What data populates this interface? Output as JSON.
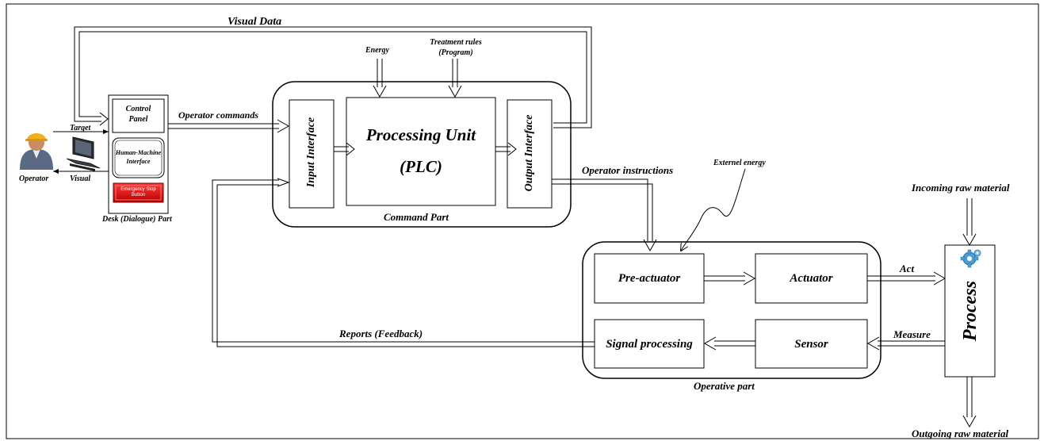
{
  "labels": {
    "visual_data": "Visual Data",
    "energy": "Energy",
    "treatment_rules_1": "Treatment rules",
    "treatment_rules_2": "(Program)",
    "operator_commands": "Operator commands",
    "target": "Target",
    "visual": "Visual",
    "operator": "Operator",
    "control_panel_1": "Control",
    "control_panel_2": "Panel",
    "hmi_1": "Human-Machine",
    "hmi_2": "Interface",
    "emergency_1": "Emergency Stop",
    "emergency_2": "Button",
    "desk_part": "Desk (Dialogue) Part",
    "input_interface": "Input Interface",
    "processing_unit": "Processing Unit",
    "plc": "(PLC)",
    "output_interface": "Output Interface",
    "command_part": "Command Part",
    "operator_instructions": "Operator instructions",
    "externel_energy": "Externel energy",
    "incoming_raw_material": "Incoming raw material",
    "pre_actuator": "Pre-actuator",
    "actuator": "Actuator",
    "act": "Act",
    "process": "Process",
    "reports_feedback": "Reports (Feedback)",
    "signal_processing": "Signal processing",
    "sensor": "Sensor",
    "measure": "Measure",
    "operative_part": "Operative part",
    "outgoing_raw_material": "Outgoing raw material"
  },
  "colors": {
    "stroke": "#000000",
    "emergency_red": "#e01010",
    "operator_skin": "#c98c63",
    "operator_helmet": "#f2b01e",
    "operator_body": "#5a6a85",
    "gear": "#4a9fd6"
  },
  "icons": {
    "operator": "operator-worker-icon",
    "computer": "computer-terminal-icon",
    "gear": "gears-icon"
  }
}
